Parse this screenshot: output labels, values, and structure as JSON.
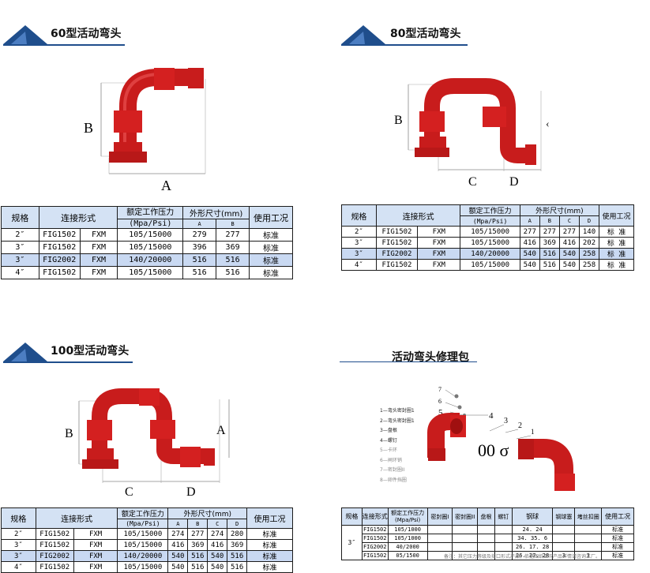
{
  "s1": {
    "title": "60型活动弯头",
    "dims": {
      "a": "A",
      "b": "B"
    },
    "table": {
      "h_spec": "规格",
      "h_conn": "连接形式",
      "h_press": "额定工作压力",
      "h_press_unit": "(Mpa/Psi)",
      "h_dims": "外形尺寸(mm)",
      "h_use": "使用工况",
      "h_a": "A",
      "h_b": "B",
      "rows": [
        {
          "spec": "2″",
          "conn": "FIG1502",
          "end": "FXM",
          "press": "105/15000",
          "a": "279",
          "b": "277",
          "use": "标准"
        },
        {
          "spec": "3″",
          "conn": "FIG1502",
          "end": "FXM",
          "press": "105/15000",
          "a": "396",
          "b": "369",
          "use": "标准"
        },
        {
          "spec": "3″",
          "conn": "FIG2002",
          "end": "FXM",
          "press": "140/20000",
          "a": "516",
          "b": "516",
          "use": "标准"
        },
        {
          "spec": "4″",
          "conn": "FIG1502",
          "end": "FXM",
          "press": "105/15000",
          "a": "516",
          "b": "516",
          "use": "标准"
        }
      ]
    }
  },
  "s2": {
    "title": "80型活动弯头",
    "dims": {
      "b": "B",
      "c": "C",
      "d": "D",
      "mark": "‹"
    },
    "table": {
      "h_spec": "规格",
      "h_conn": "连接形式",
      "h_press": "额定工作压力",
      "h_press_unit": "(Mpa/Psi)",
      "h_dims": "外形尺寸(mm)",
      "h_use": "使用工况",
      "h_a": "A",
      "h_b": "B",
      "h_c": "C",
      "h_d": "D",
      "rows": [
        {
          "spec": "2″",
          "conn": "FIG1502",
          "end": "FXM",
          "press": "105/15000",
          "a": "277",
          "b": "277",
          "c": "277",
          "d": "140",
          "use": "标 准"
        },
        {
          "spec": "3″",
          "conn": "FIG1502",
          "end": "FXM",
          "press": "105/15000",
          "a": "416",
          "b": "369",
          "c": "416",
          "d": "202",
          "use": "标 准"
        },
        {
          "spec": "3″",
          "conn": "FIG2002",
          "end": "FXM",
          "press": "140/20000",
          "a": "540",
          "b": "516",
          "c": "540",
          "d": "258",
          "use": "标 准"
        },
        {
          "spec": "4″",
          "conn": "FIG1502",
          "end": "FXM",
          "press": "105/15000",
          "a": "540",
          "b": "516",
          "c": "540",
          "d": "258",
          "use": "标 准"
        }
      ]
    }
  },
  "s3": {
    "title": "100型活动弯头",
    "dims": {
      "a": "A",
      "b": "B",
      "c": "C",
      "d": "D"
    },
    "table": {
      "h_spec": "规格",
      "h_conn": "连接形式",
      "h_press": "额定工作压力",
      "h_press_unit": "(Mpa/Psi)",
      "h_dims": "外形尺寸(mm)",
      "h_use": "使用工况",
      "h_a": "A",
      "h_b": "B",
      "h_c": "C",
      "h_d": "D",
      "rows": [
        {
          "spec": "2″",
          "conn": "FIG1502",
          "end": "FXM",
          "press": "105/15000",
          "a": "274",
          "b": "277",
          "c": "274",
          "d": "280",
          "use": "标准"
        },
        {
          "spec": "3″",
          "conn": "FIG1502",
          "end": "FXM",
          "press": "105/15000",
          "a": "416",
          "b": "369",
          "c": "416",
          "d": "369",
          "use": "标准"
        },
        {
          "spec": "3″",
          "conn": "FIG2002",
          "end": "FXM",
          "press": "140/20000",
          "a": "540",
          "b": "516",
          "c": "540",
          "d": "516",
          "use": "标准"
        },
        {
          "spec": "4″",
          "conn": "FIG1502",
          "end": "FXM",
          "press": "105/15000",
          "a": "540",
          "b": "516",
          "c": "540",
          "d": "516",
          "use": "标准"
        }
      ]
    }
  },
  "s4": {
    "title": "活动弯头修理包",
    "callouts": {
      "n7": "7",
      "n6": "6",
      "n5": "5",
      "n4": "4",
      "n3": "3",
      "n2": "2",
      "n1": "1",
      "oo": "00 σ"
    },
    "legend": [
      "1—弯头密封圈1",
      "2—弯头密封圈1",
      "3—盘根",
      "4—螺钉",
      "5—卡环",
      "6—闸环销",
      "7—密封圈II",
      "8—卵件挡圈"
    ],
    "table": {
      "headers": [
        "规格",
        "连接形式",
        "额定工作压力",
        "密封圈I",
        "密封圈II",
        "盘根",
        "螺钉",
        "钢球",
        "钢球塞",
        "堵丝扣圈",
        "使用工况"
      ],
      "h_press_unit": "(Mpa/Psi)",
      "rows": [
        {
          "conn": "FIG1502",
          "press": "105/1000",
          "ball": "24. 24",
          "plug": "",
          "ring": "",
          "use": "标准"
        },
        {
          "conn": "FIG1502",
          "press": "105/1000",
          "ball": "34. 35. 6",
          "plug": "",
          "ring": "",
          "use": "标准"
        },
        {
          "conn": "FIG2002",
          "press": "40/2000",
          "ball": "26. 17. 28",
          "plug": "",
          "ring": "",
          "use": "标准"
        },
        {
          "conn": "FIG1502",
          "press": "05/1500",
          "ball": "26. 27. 28",
          "plug": "3",
          "ring": "3",
          "use": "标准"
        }
      ],
      "spec_merged": "3″",
      "note": "备注：其它压力等级及接口形式产品，依据图纸工况产品详情请咨询工厂。"
    }
  }
}
